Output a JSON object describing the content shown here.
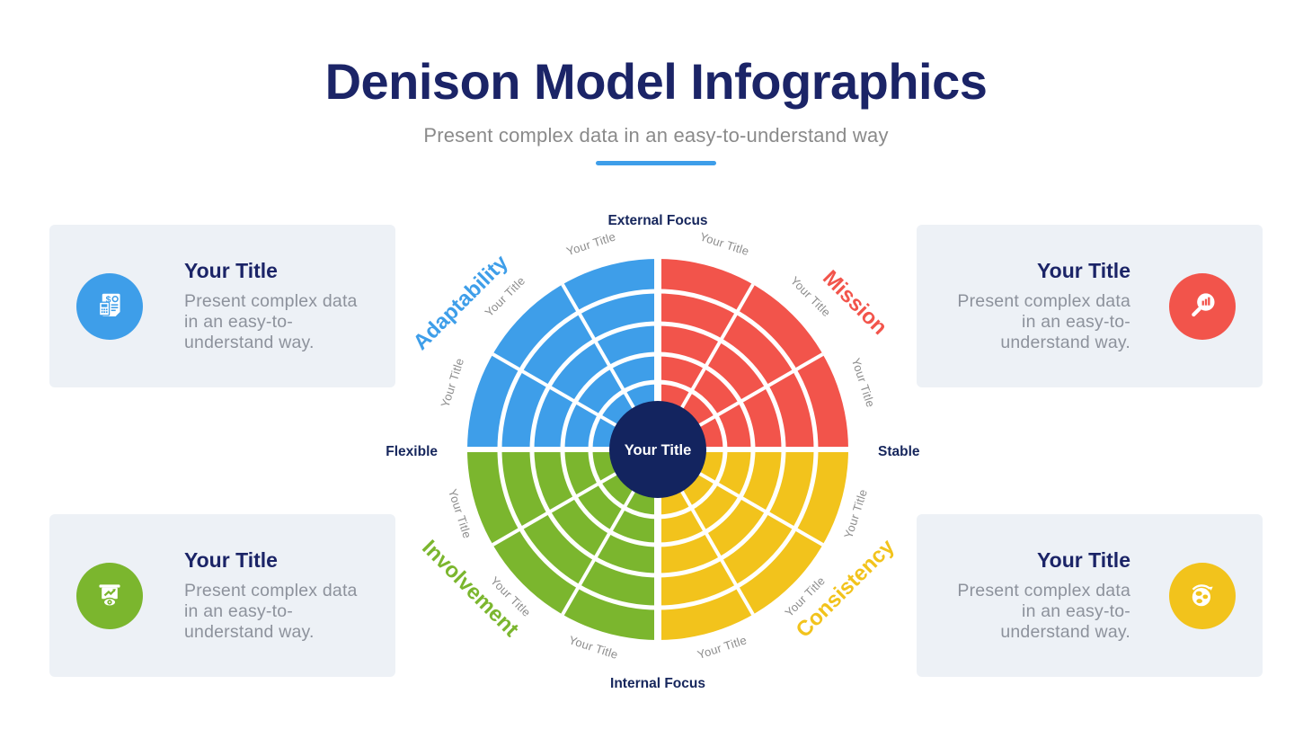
{
  "header": {
    "title": "Denison Model Infographics",
    "subtitle": "Present complex data in an easy-to-understand way",
    "underline_color": "#3E9EE9"
  },
  "diagram": {
    "center_label": "Your Title",
    "segment_label": "Your Title",
    "rings": 5,
    "segments_per_quadrant": 3,
    "axis": {
      "top": "External Focus",
      "bottom": "Internal Focus",
      "left": "Flexible",
      "right": "Stable"
    },
    "quadrants": [
      {
        "name": "Adaptability",
        "position": "top-left",
        "color": "#3E9EE9"
      },
      {
        "name": "Mission",
        "position": "top-right",
        "color": "#F2544B"
      },
      {
        "name": "Involvement",
        "position": "bottom-left",
        "color": "#7BB62E"
      },
      {
        "name": "Consistency",
        "position": "bottom-right",
        "color": "#F2C31C"
      }
    ],
    "center_color": "#13245F"
  },
  "cards": [
    {
      "title": "Your Title",
      "body": "Present complex data in an easy-to-understand way.",
      "icon": "finance-document-icon",
      "color": "#3E9EE9"
    },
    {
      "title": "Your Title",
      "body": "Present complex data in an easy-to-understand way.",
      "icon": "search-chart-icon",
      "color": "#F2544B"
    },
    {
      "title": "Your Title",
      "body": "Present complex data in an easy-to-understand way.",
      "icon": "growth-presentation-icon",
      "color": "#7BB62E"
    },
    {
      "title": "Your Title",
      "body": "Present complex data in an easy-to-understand way.",
      "icon": "globe-icon",
      "color": "#F2C31C"
    }
  ]
}
